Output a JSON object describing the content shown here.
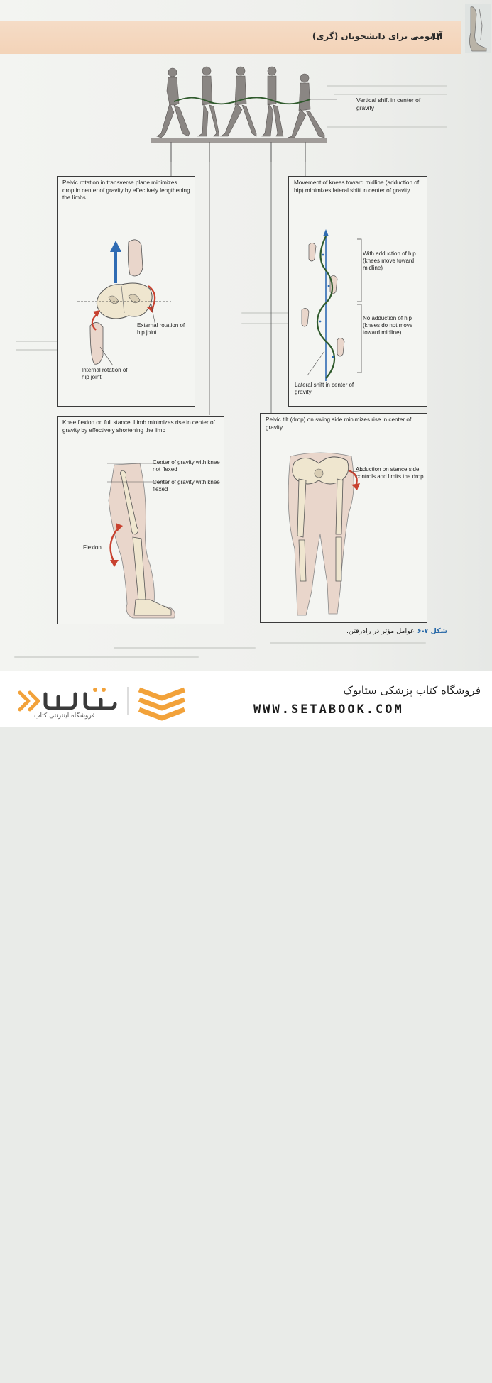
{
  "header": {
    "page_number": "۱۴",
    "book_title": "آناتومی برای دانشجویان (گری)"
  },
  "figure": {
    "top_strip": {
      "label": "Vertical shift in center of gravity"
    },
    "panels": {
      "pelvic_rotation": {
        "caption": "Pelvic rotation in transverse plane minimizes drop in center of gravity by effectively lengthening the limbs",
        "label_external": "External rotation of hip joint",
        "label_internal": "Internal rotation of hip joint"
      },
      "knee_adduction": {
        "caption": "Movement of knees toward midline (adduction of hip) minimizes lateral shift in center of gravity",
        "label_with": "With adduction of hip (knees move toward midline)",
        "label_without": "No adduction of hip (knees do not move toward midline)",
        "label_lateral": "Lateral shift in center of gravity"
      },
      "knee_flexion": {
        "caption": "Knee flexion on full stance. Limb minimizes rise in center of gravity by effectively shortening the limb",
        "label_not_flexed": "Center of gravity with knee not flexed",
        "label_flexed": "Center of gravity with knee flexed",
        "label_flexion": "Flexion"
      },
      "pelvic_tilt": {
        "caption": "Pelvic tilt (drop) on swing side minimizes rise in center of gravity",
        "label_abduction": "Abduction on stance side controls and limits the drop"
      }
    },
    "caption_number": "شکل ۷-۶",
    "caption_text": "عوامل مؤثر در راه‌رفتن."
  },
  "footer": {
    "store_name": "فروشگاه کتاب پزشکی ستابوک",
    "website": "WWW.SETABOOK.COM",
    "brand_logo_text": "ستابوک",
    "brand_tagline": "فروشگاه اینترنتی کتاب"
  },
  "colors": {
    "header_band": "#f3d3b8",
    "arrow_blue": "#2f6bb3",
    "rotation_red": "#c8412f",
    "gravity_green": "#2f5a2c",
    "logo_orange": "#f2a23a",
    "bone": "#efe6cf",
    "skin": "#e9d6cb"
  }
}
